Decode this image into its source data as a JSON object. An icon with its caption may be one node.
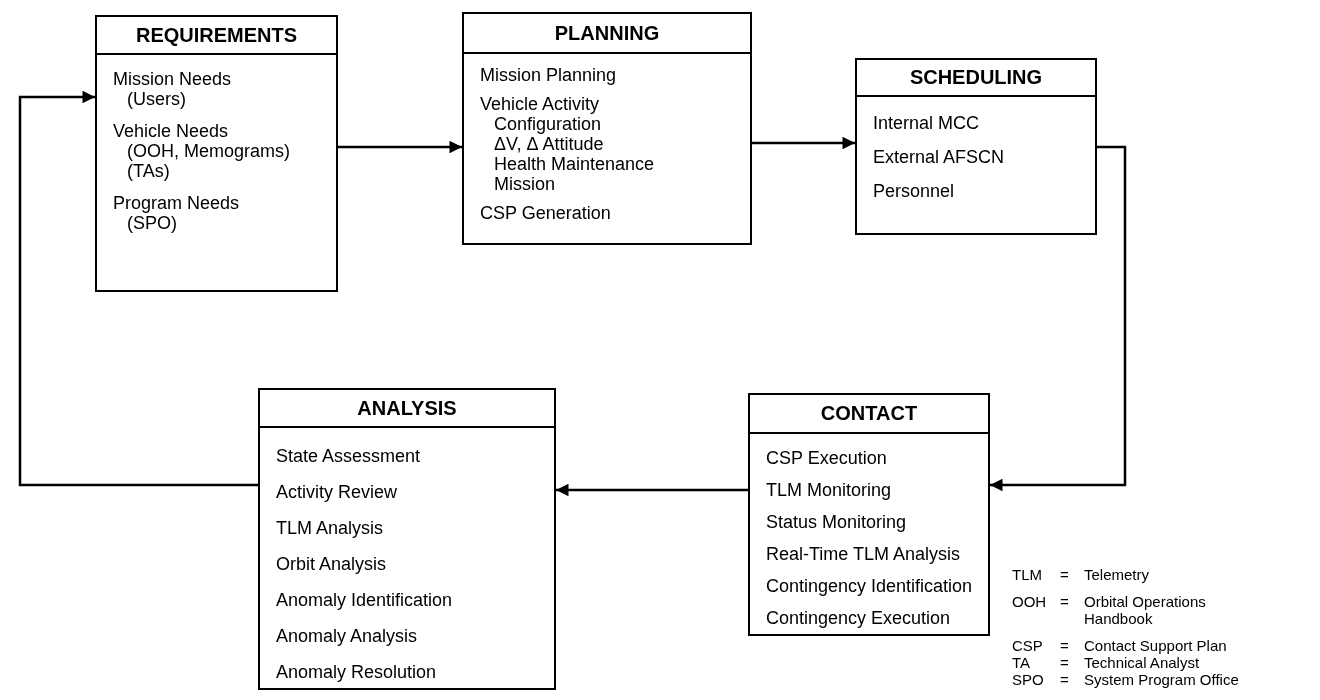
{
  "diagram": {
    "nodes": [
      {
        "text": [
          "REQUIREMENTS",
          "Mission Needs",
          "(Users)",
          "Vehicle Needs",
          "(OOH, Memograms)",
          "(TAs)",
          "Program Needs",
          "(SPO)"
        ]
      },
      {
        "text": [
          "PLANNING",
          "Mission Planning",
          "Vehicle Activity",
          "Configuration",
          "ΔV, Δ Attitude",
          "Health Maintenance",
          "Mission",
          "CSP Generation"
        ]
      },
      {
        "text": [
          "SCHEDULING",
          "Internal MCC",
          "External AFSCN",
          "Personnel"
        ]
      },
      {
        "text": [
          "ANALYSIS",
          "State Assessment",
          "Activity Review",
          "TLM Analysis",
          "Orbit Analysis",
          "Anomaly Identification",
          "Anomaly Analysis",
          "Anomaly Resolution"
        ]
      },
      {
        "text": [
          "CONTACT",
          "CSP Execution",
          "TLM Monitoring",
          "Status Monitoring",
          "Real-Time TLM Analysis",
          "Contingency Identification",
          "Contingency Execution"
        ]
      }
    ],
    "edges": [
      {
        "from": 0,
        "to": 1,
        "arrow": "to"
      },
      {
        "from": 1,
        "to": 2,
        "arrow": "to"
      },
      {
        "from": 2,
        "to": 4,
        "arrow": "to"
      },
      {
        "from": 4,
        "to": 3,
        "arrow": "to"
      },
      {
        "from": 3,
        "to": 0,
        "arrow": "to"
      }
    ],
    "labels": [
      "TLM",
      "=",
      "Telemetry",
      "OOH",
      "=",
      "Orbital Operations Handbook",
      "CSP",
      "=",
      "Contact Support Plan",
      "TA",
      "=",
      "Technical Analyst",
      "SPO",
      "=",
      "System Program Office"
    ]
  }
}
